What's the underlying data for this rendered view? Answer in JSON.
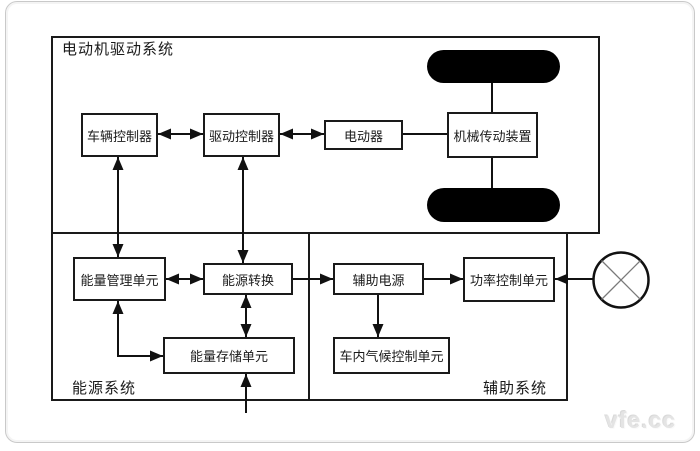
{
  "sections": {
    "drive": "电动机驱动系统",
    "energy": "能源系统",
    "auxiliary": "辅助系统"
  },
  "nodes": {
    "vehicle_controller": "车辆控制器",
    "drive_controller": "驱动控制器",
    "motor": "电动器",
    "transmission": "机械传动装置",
    "energy_management": "能量管理单元",
    "energy_conversion": "能源转换",
    "energy_storage": "能量存储单元",
    "aux_power": "辅助电源",
    "power_control": "功率控制单元",
    "climate_control": "车内气候控制单元"
  },
  "symbols": {
    "wheels": "two black capsule wheel shapes linked to transmission",
    "circle_x": "circle with X symbol (external load/fan) feeding power control unit"
  },
  "connections": [
    {
      "from": "vehicle_controller",
      "to": "drive_controller",
      "type": "bidirectional"
    },
    {
      "from": "drive_controller",
      "to": "motor",
      "type": "bidirectional"
    },
    {
      "from": "motor",
      "to": "transmission",
      "type": "plain"
    },
    {
      "from": "transmission",
      "to": "front_wheel",
      "type": "plain"
    },
    {
      "from": "transmission",
      "to": "rear_wheel",
      "type": "plain"
    },
    {
      "from": "vehicle_controller",
      "to": "energy_management",
      "type": "bidirectional"
    },
    {
      "from": "drive_controller",
      "to": "energy_conversion",
      "type": "bidirectional"
    },
    {
      "from": "energy_management",
      "to": "energy_conversion",
      "type": "bidirectional"
    },
    {
      "from": "energy_conversion",
      "to": "energy_storage",
      "type": "bidirectional"
    },
    {
      "from": "energy_management",
      "to": "energy_storage",
      "type": "bidirectional-elbow"
    },
    {
      "from": "external_bottom",
      "to": "energy_storage",
      "type": "arrow"
    },
    {
      "from": "energy_conversion",
      "to": "aux_power",
      "type": "arrow"
    },
    {
      "from": "aux_power",
      "to": "power_control",
      "type": "arrow"
    },
    {
      "from": "aux_power",
      "to": "climate_control",
      "type": "arrow"
    },
    {
      "from": "circle_x_symbol",
      "to": "power_control",
      "type": "arrow"
    }
  ],
  "watermark": "vfe.cc",
  "colors": {
    "line": "#111111",
    "wheel_fill": "#000000",
    "frame_border": "#c9c9c9",
    "watermark": "#e4e4e4",
    "background": "#ffffff"
  }
}
